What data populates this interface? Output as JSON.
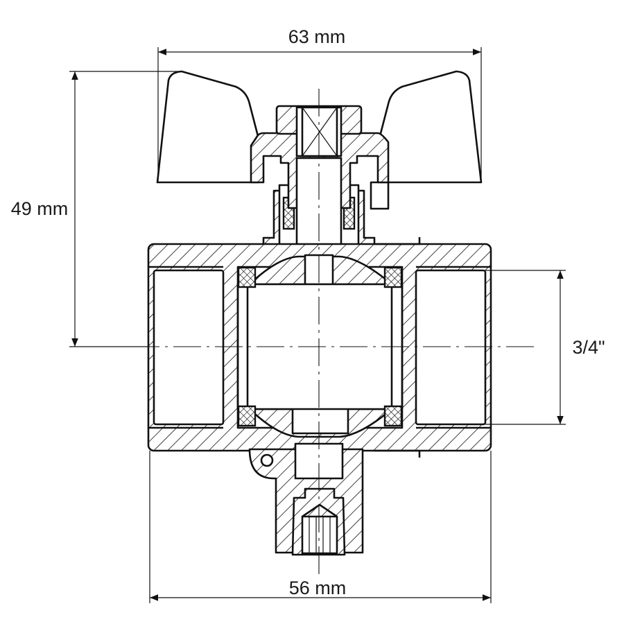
{
  "title": "Ball valve cross-section dimensions",
  "dimensions": {
    "overall_width": "63 mm",
    "height": "49 mm",
    "thread_size": "3/4\"",
    "body_length": "56 mm"
  },
  "colors": {
    "line": "#111111",
    "background": "#ffffff"
  }
}
